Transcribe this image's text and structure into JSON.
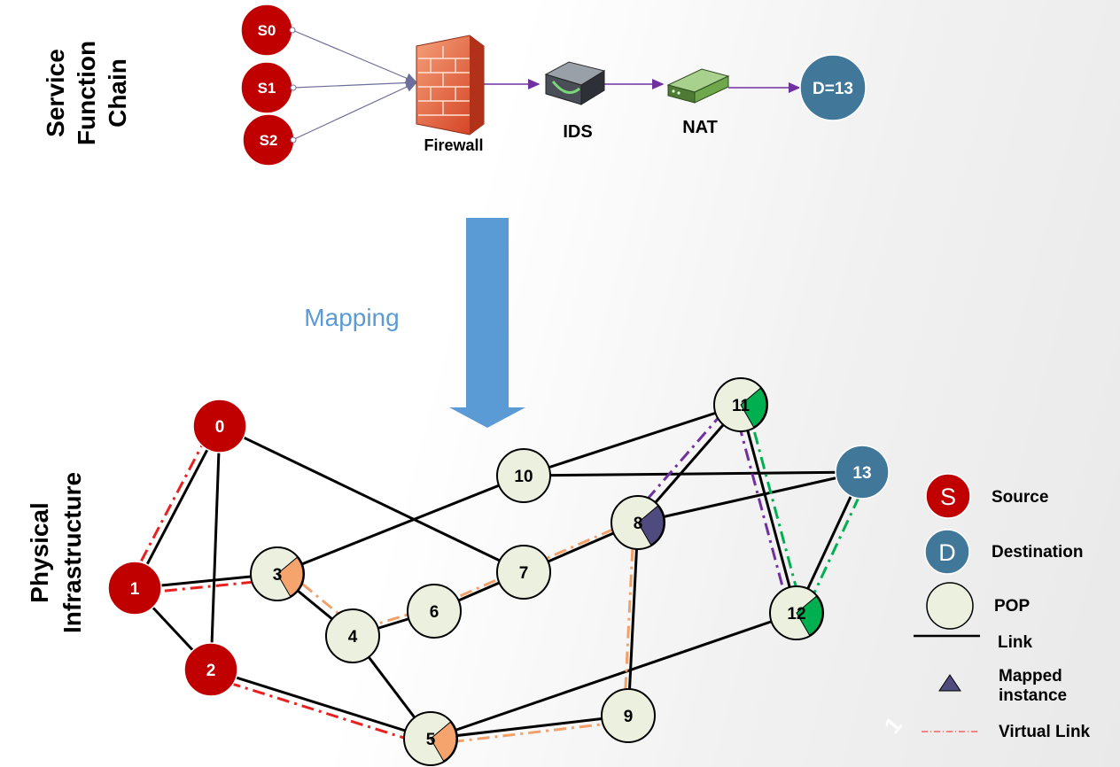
{
  "sfc": {
    "title_lines": [
      "Service",
      "Function",
      "Chain"
    ],
    "sources": [
      "S0",
      "S1",
      "S2"
    ],
    "vnfs": [
      "Firewall",
      "IDS",
      "NAT"
    ],
    "destination": "D=13"
  },
  "mapping_label": "Mapping",
  "physical": {
    "title_lines": [
      "Physical",
      "Infrastructure"
    ],
    "nodes": [
      {
        "id": "0",
        "kind": "source"
      },
      {
        "id": "1",
        "kind": "source"
      },
      {
        "id": "2",
        "kind": "source"
      },
      {
        "id": "3",
        "kind": "pop",
        "mapped": "orange"
      },
      {
        "id": "4",
        "kind": "pop"
      },
      {
        "id": "5",
        "kind": "pop",
        "mapped": "orange"
      },
      {
        "id": "6",
        "kind": "pop"
      },
      {
        "id": "7",
        "kind": "pop"
      },
      {
        "id": "8",
        "kind": "pop",
        "mapped": "purple"
      },
      {
        "id": "9",
        "kind": "pop"
      },
      {
        "id": "10",
        "kind": "pop"
      },
      {
        "id": "11",
        "kind": "pop",
        "mapped": "green"
      },
      {
        "id": "12",
        "kind": "pop",
        "mapped": "green"
      },
      {
        "id": "13",
        "kind": "destination"
      }
    ],
    "links": [
      [
        "0",
        "1"
      ],
      [
        "0",
        "2"
      ],
      [
        "0",
        "7"
      ],
      [
        "1",
        "2"
      ],
      [
        "1",
        "3"
      ],
      [
        "2",
        "5"
      ],
      [
        "3",
        "10"
      ],
      [
        "3",
        "4"
      ],
      [
        "4",
        "6"
      ],
      [
        "4",
        "5"
      ],
      [
        "6",
        "7"
      ],
      [
        "7",
        "8"
      ],
      [
        "8",
        "11"
      ],
      [
        "8",
        "13"
      ],
      [
        "8",
        "9"
      ],
      [
        "9",
        "5"
      ],
      [
        "10",
        "11"
      ],
      [
        "10",
        "13"
      ],
      [
        "11",
        "12"
      ],
      [
        "12",
        "13"
      ],
      [
        "5",
        "12"
      ]
    ],
    "virtual_links": [
      {
        "color": "#e8201e",
        "path": [
          "1",
          "0"
        ]
      },
      {
        "color": "#e8201e",
        "path": [
          "1",
          "3"
        ]
      },
      {
        "color": "#e8201e",
        "path": [
          "2",
          "5"
        ]
      },
      {
        "color": "#f2a06a",
        "path": [
          "3",
          "4",
          "6",
          "7",
          "8"
        ]
      },
      {
        "color": "#f2a06a",
        "path": [
          "5",
          "9",
          "8"
        ]
      },
      {
        "color": "#7030a0",
        "path": [
          "8",
          "11",
          "12"
        ]
      },
      {
        "color": "#00b050",
        "path": [
          "11",
          "12",
          "13"
        ]
      }
    ]
  },
  "legend": {
    "source_letter": "S",
    "source_label": "Source",
    "destination_letter": "D",
    "destination_label": "Destination",
    "pop_label": "POP",
    "link_label": "Link",
    "mapped_lines": [
      "Mapped",
      "instance"
    ],
    "virtual_link_label": "Virtual Link"
  },
  "colors": {
    "source": "#c00000",
    "destination": "#41789a",
    "pop": "#ebf1de",
    "arrow": "#5b9bd5",
    "sfc_link": "#7030a0",
    "mapping_text": "#5b9bd5"
  }
}
